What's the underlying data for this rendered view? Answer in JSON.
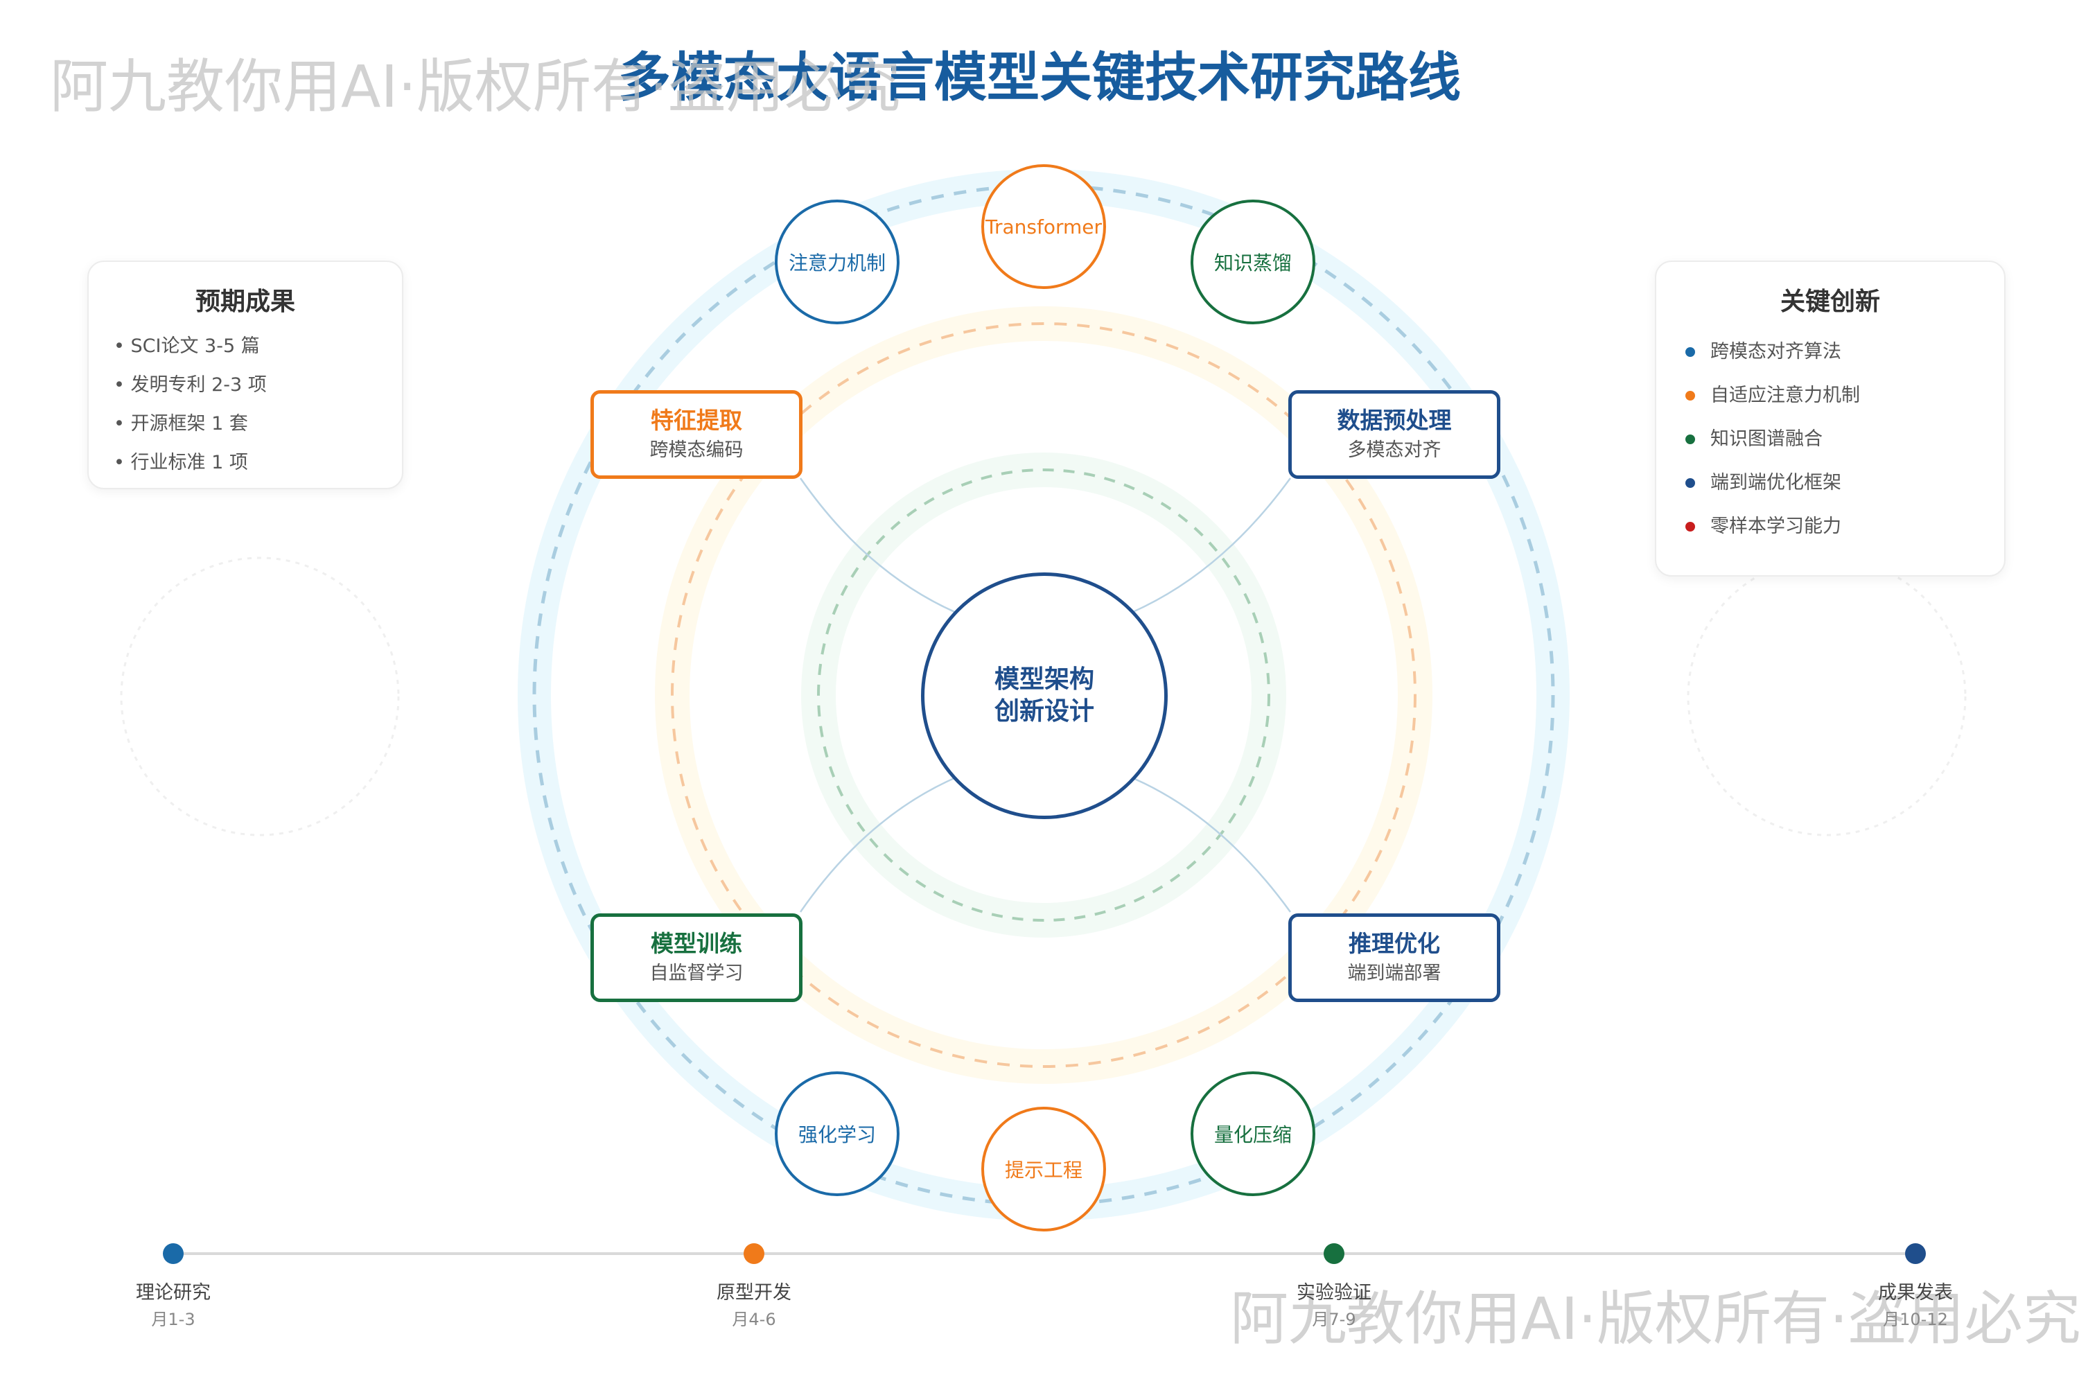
{
  "title": "多模态大语言模型关键技术研究路线",
  "watermark": "阿九教你用AI·版权所有·盗用必究",
  "expected_results": {
    "title": "预期成果",
    "items": [
      "• SCI论文 3-5 篇",
      "• 发明专利 2-3 项",
      "• 开源框架 1 套",
      "• 行业标准 1 项"
    ]
  },
  "key_innovations": {
    "title": "关键创新",
    "items": [
      {
        "label": "跨模态对齐算法",
        "color": "#1a6aa8"
      },
      {
        "label": "自适应注意力机制",
        "color": "#f07a1a"
      },
      {
        "label": "知识图谱融合",
        "color": "#17703f"
      },
      {
        "label": "端到端优化框架",
        "color": "#1f4e8c"
      },
      {
        "label": "零样本学习能力",
        "color": "#c81d1d"
      }
    ]
  },
  "ring_nodes": [
    {
      "label": "Transformer",
      "color": "#f07a1a"
    },
    {
      "label": "注意力机制",
      "color": "#1a6aa8"
    },
    {
      "label": "知识蒸馏",
      "color": "#17703f"
    },
    {
      "label": "强化学习",
      "color": "#1a6aa8"
    },
    {
      "label": "提示工程",
      "color": "#f07a1a"
    },
    {
      "label": "量化压缩",
      "color": "#17703f"
    }
  ],
  "stages": [
    {
      "title": "特征提取",
      "subtitle": "跨模态编码",
      "color": "#f07a1a"
    },
    {
      "title": "数据预处理",
      "subtitle": "多模态对齐",
      "color": "#1f4e8c"
    },
    {
      "title": "模型训练",
      "subtitle": "自监督学习",
      "color": "#17703f"
    },
    {
      "title": "推理优化",
      "subtitle": "端到端部署",
      "color": "#1f4e8c"
    }
  ],
  "center": {
    "line1": "模型架构",
    "line2": "创新设计"
  },
  "timeline": [
    {
      "label": "理论研究",
      "sub": "月1-3",
      "color": "#1a6aa8"
    },
    {
      "label": "原型开发",
      "sub": "月4-6",
      "color": "#f07a1a"
    },
    {
      "label": "实验验证",
      "sub": "月7-9",
      "color": "#17703f"
    },
    {
      "label": "成果发表",
      "sub": "月10-12",
      "color": "#1f4e8c"
    }
  ]
}
